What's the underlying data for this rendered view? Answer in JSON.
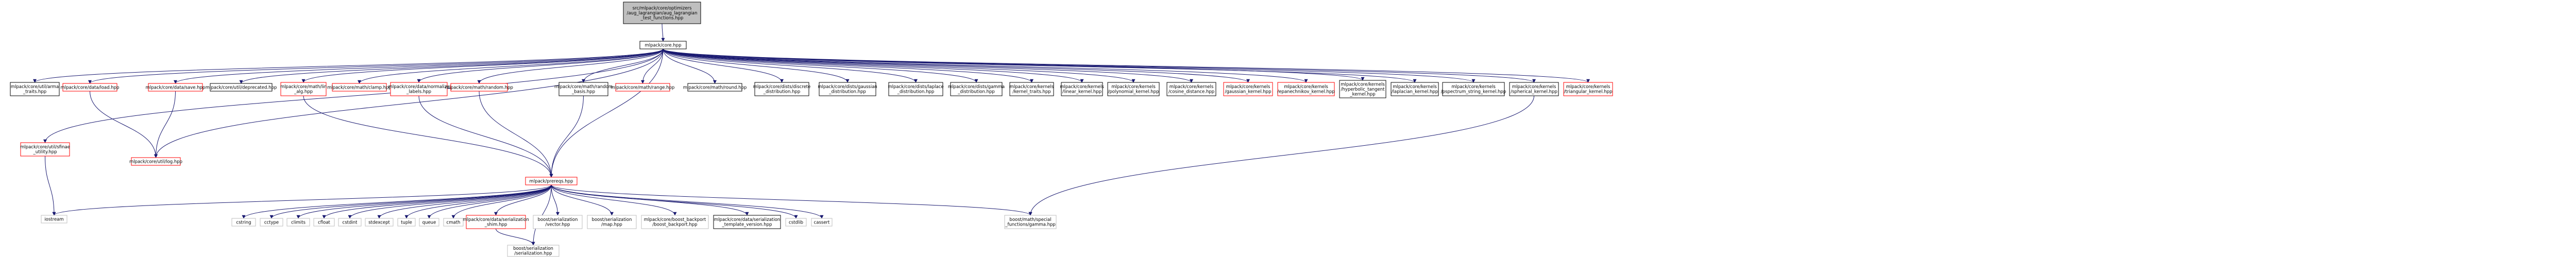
{
  "colors": {
    "edge": "#191970",
    "default_border": "#000000",
    "missing_border": "#ff0000",
    "external_border": "#bfbfbf",
    "focus_fill": "#bfbfbf",
    "background": "#ffffff"
  },
  "nodes": [
    {
      "id": "root",
      "lines": [
        "src/mlpack/core/optimizers",
        "/aug_lagrangian/aug_lagrangian",
        "_test_functions.hpp"
      ],
      "kind": "focus"
    },
    {
      "id": "core",
      "lines": [
        "mlpack/core.hpp"
      ],
      "kind": "normal"
    },
    {
      "id": "arma_traits",
      "lines": [
        "mlpack/core/util/arma",
        "_traits.hpp"
      ],
      "kind": "normal"
    },
    {
      "id": "load",
      "lines": [
        "mlpack/core/data/load.hpp"
      ],
      "kind": "missing"
    },
    {
      "id": "save",
      "lines": [
        "mlpack/core/data/save.hpp"
      ],
      "kind": "missing"
    },
    {
      "id": "deprecated",
      "lines": [
        "mlpack/core/util/deprecated.hpp"
      ],
      "kind": "normal"
    },
    {
      "id": "lin_alg",
      "lines": [
        "mlpack/core/math/lin",
        "_alg.hpp"
      ],
      "kind": "missing"
    },
    {
      "id": "clamp",
      "lines": [
        "mlpack/core/math/clamp.hpp"
      ],
      "kind": "missing"
    },
    {
      "id": "normalize_labels",
      "lines": [
        "mlpack/core/data/normalize",
        "_labels.hpp"
      ],
      "kind": "missing"
    },
    {
      "id": "random",
      "lines": [
        "mlpack/core/math/random.hpp"
      ],
      "kind": "missing"
    },
    {
      "id": "random_basis",
      "lines": [
        "mlpack/core/math/random",
        "_basis.hpp"
      ],
      "kind": "normal"
    },
    {
      "id": "range",
      "lines": [
        "mlpack/core/math/range.hpp"
      ],
      "kind": "missing"
    },
    {
      "id": "round",
      "lines": [
        "mlpack/core/math/round.hpp"
      ],
      "kind": "normal"
    },
    {
      "id": "discrete",
      "lines": [
        "mlpack/core/dists/discrete",
        "_distribution.hpp"
      ],
      "kind": "normal"
    },
    {
      "id": "gaussian_dist",
      "lines": [
        "mlpack/core/dists/gaussian",
        "_distribution.hpp"
      ],
      "kind": "normal"
    },
    {
      "id": "laplace_dist",
      "lines": [
        "mlpack/core/dists/laplace",
        "_distribution.hpp"
      ],
      "kind": "normal"
    },
    {
      "id": "gamma_dist",
      "lines": [
        "mlpack/core/dists/gamma",
        "_distribution.hpp"
      ],
      "kind": "normal"
    },
    {
      "id": "kernel_traits",
      "lines": [
        "mlpack/core/kernels",
        "/kernel_traits.hpp"
      ],
      "kind": "normal"
    },
    {
      "id": "linear_kernel",
      "lines": [
        "mlpack/core/kernels",
        "/linear_kernel.hpp"
      ],
      "kind": "normal"
    },
    {
      "id": "polynomial_kernel",
      "lines": [
        "mlpack/core/kernels",
        "/polynomial_kernel.hpp"
      ],
      "kind": "normal"
    },
    {
      "id": "cosine_distance",
      "lines": [
        "mlpack/core/kernels",
        "/cosine_distance.hpp"
      ],
      "kind": "normal"
    },
    {
      "id": "gaussian_kernel",
      "lines": [
        "mlpack/core/kernels",
        "/gaussian_kernel.hpp"
      ],
      "kind": "missing"
    },
    {
      "id": "epanechnikov",
      "lines": [
        "mlpack/core/kernels",
        "/epanechnikov_kernel.hpp"
      ],
      "kind": "missing"
    },
    {
      "id": "hyperbolic",
      "lines": [
        "mlpack/core/kernels",
        "/hyperbolic_tangent",
        "_kernel.hpp"
      ],
      "kind": "normal"
    },
    {
      "id": "laplacian_kernel",
      "lines": [
        "mlpack/core/kernels",
        "/laplacian_kernel.hpp"
      ],
      "kind": "normal"
    },
    {
      "id": "pspectrum",
      "lines": [
        "mlpack/core/kernels",
        "/pspectrum_string_kernel.hpp"
      ],
      "kind": "normal"
    },
    {
      "id": "spherical",
      "lines": [
        "mlpack/core/kernels",
        "/spherical_kernel.hpp"
      ],
      "kind": "normal"
    },
    {
      "id": "triangular",
      "lines": [
        "mlpack/core/kernels",
        "/triangular_kernel.hpp"
      ],
      "kind": "missing"
    },
    {
      "id": "sfinae",
      "lines": [
        "mlpack/core/util/sfinae",
        "_utility.hpp"
      ],
      "kind": "missing"
    },
    {
      "id": "log",
      "lines": [
        "mlpack/core/util/log.hpp"
      ],
      "kind": "missing"
    },
    {
      "id": "prereqs",
      "lines": [
        "mlpack/prereqs.hpp"
      ],
      "kind": "missing"
    },
    {
      "id": "iostream",
      "lines": [
        "iostream"
      ],
      "kind": "external"
    },
    {
      "id": "cstring",
      "lines": [
        "cstring"
      ],
      "kind": "external"
    },
    {
      "id": "cctype",
      "lines": [
        "cctype"
      ],
      "kind": "external"
    },
    {
      "id": "climits",
      "lines": [
        "climits"
      ],
      "kind": "external"
    },
    {
      "id": "cfloat",
      "lines": [
        "cfloat"
      ],
      "kind": "external"
    },
    {
      "id": "cstdint",
      "lines": [
        "cstdint"
      ],
      "kind": "external"
    },
    {
      "id": "stdexcept",
      "lines": [
        "stdexcept"
      ],
      "kind": "external"
    },
    {
      "id": "tuple",
      "lines": [
        "tuple"
      ],
      "kind": "external"
    },
    {
      "id": "queue",
      "lines": [
        "queue"
      ],
      "kind": "external"
    },
    {
      "id": "cmath",
      "lines": [
        "cmath"
      ],
      "kind": "external"
    },
    {
      "id": "extern",
      "lines": [
        "mlpack/core/data/serialization",
        "_shim.hpp"
      ],
      "kind": "missing"
    },
    {
      "id": "boost_vector",
      "lines": [
        "boost/serialization",
        "/vector.hpp"
      ],
      "kind": "external"
    },
    {
      "id": "boost_map",
      "lines": [
        "boost/serialization",
        "/map.hpp"
      ],
      "kind": "external"
    },
    {
      "id": "boost_backport",
      "lines": [
        "mlpack/core/boost_backport",
        "/boost_backport.hpp"
      ],
      "kind": "external"
    },
    {
      "id": "template_version",
      "lines": [
        "mlpack/core/data/serialization",
        "_template_version.hpp"
      ],
      "kind": "normal"
    },
    {
      "id": "cstdlib",
      "lines": [
        "cstdlib"
      ],
      "kind": "external"
    },
    {
      "id": "cassert",
      "lines": [
        "cassert"
      ],
      "kind": "external"
    },
    {
      "id": "boost_gamma",
      "lines": [
        "boost/math/special",
        "_functions/gamma.hpp"
      ],
      "kind": "external"
    },
    {
      "id": "boost_serialization",
      "lines": [
        "boost/serialization",
        "/serialization.hpp"
      ],
      "kind": "external"
    }
  ],
  "edges": [
    [
      "root",
      "core"
    ],
    [
      "core",
      "arma_traits"
    ],
    [
      "core",
      "load"
    ],
    [
      "core",
      "save"
    ],
    [
      "core",
      "deprecated"
    ],
    [
      "core",
      "lin_alg"
    ],
    [
      "core",
      "clamp"
    ],
    [
      "core",
      "normalize_labels"
    ],
    [
      "core",
      "random"
    ],
    [
      "core",
      "random_basis"
    ],
    [
      "core",
      "range"
    ],
    [
      "core",
      "round"
    ],
    [
      "core",
      "discrete"
    ],
    [
      "core",
      "gaussian_dist"
    ],
    [
      "core",
      "laplace_dist"
    ],
    [
      "core",
      "gamma_dist"
    ],
    [
      "core",
      "kernel_traits"
    ],
    [
      "core",
      "linear_kernel"
    ],
    [
      "core",
      "polynomial_kernel"
    ],
    [
      "core",
      "cosine_distance"
    ],
    [
      "core",
      "gaussian_kernel"
    ],
    [
      "core",
      "epanechnikov"
    ],
    [
      "core",
      "hyperbolic"
    ],
    [
      "core",
      "laplacian_kernel"
    ],
    [
      "core",
      "pspectrum"
    ],
    [
      "core",
      "spherical"
    ],
    [
      "core",
      "triangular"
    ],
    [
      "core",
      "sfinae"
    ],
    [
      "core",
      "log"
    ],
    [
      "core",
      "prereqs"
    ],
    [
      "load",
      "log"
    ],
    [
      "save",
      "log"
    ],
    [
      "lin_alg",
      "prereqs"
    ],
    [
      "normalize_labels",
      "prereqs"
    ],
    [
      "random",
      "prereqs"
    ],
    [
      "random_basis",
      "prereqs"
    ],
    [
      "spherical",
      "boost_gamma"
    ],
    [
      "sfinae",
      "iostream"
    ],
    [
      "prereqs",
      "iostream"
    ],
    [
      "prereqs",
      "cstring"
    ],
    [
      "prereqs",
      "cctype"
    ],
    [
      "prereqs",
      "climits"
    ],
    [
      "prereqs",
      "cfloat"
    ],
    [
      "prereqs",
      "cstdint"
    ],
    [
      "prereqs",
      "stdexcept"
    ],
    [
      "prereqs",
      "tuple"
    ],
    [
      "prereqs",
      "queue"
    ],
    [
      "prereqs",
      "cmath"
    ],
    [
      "prereqs",
      "extern"
    ],
    [
      "prereqs",
      "boost_vector"
    ],
    [
      "prereqs",
      "boost_map"
    ],
    [
      "prereqs",
      "boost_backport"
    ],
    [
      "prereqs",
      "template_version"
    ],
    [
      "prereqs",
      "cstdlib"
    ],
    [
      "prereqs",
      "cassert"
    ],
    [
      "prereqs",
      "boost_gamma"
    ],
    [
      "prereqs",
      "boost_serialization"
    ],
    [
      "extern",
      "boost_serialization"
    ]
  ]
}
